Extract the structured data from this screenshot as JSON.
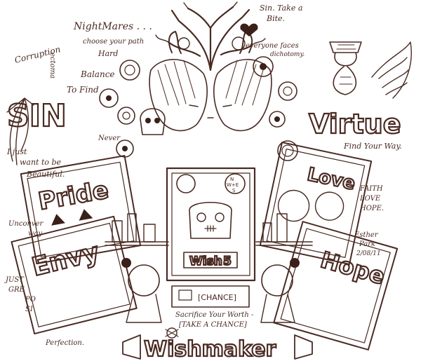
{
  "handwriting": {
    "nightmares": "NightMares . . .",
    "choose_path": "choose your path",
    "hard": "Hard",
    "balance": "Balance",
    "to_find": "To Find",
    "corruption": "Corruption",
    "rectoma": "ectoma",
    "sin_take": "Sin. Take a",
    "bite": "Bite.",
    "everyone_faces": "everyone faces",
    "dichotomy": "dichotomy.",
    "i_just_want": "I just",
    "want_to_be": "want to be",
    "beautiful": "Beautiful.",
    "never": "Never",
    "unconver": "Unconver",
    "way": "way",
    "just": "JUST",
    "gre": "GRE",
    "po": "PO",
    "si": "SI",
    "perfection": "Perfection.",
    "find_your_way": "Find Your Way.",
    "faith": "FAITH",
    "love_hope": "LOVE",
    "hope": "HOPE.",
    "esther": "Esther",
    "park": "Park",
    "date": "2/08/11",
    "sacrifice": "Sacrifice Your Worth -",
    "take_chance": "[TAKE A CHANCE]",
    "chance_label": "[CHANCE]"
  },
  "block_words": {
    "sin": "SIN",
    "virtue": "Virtue",
    "pride": "Pride",
    "envy": "Envy",
    "love": "Love",
    "hope": "Hope",
    "wish": "Wish",
    "wish_num": "5",
    "wishmaker": "Wishmaker"
  },
  "palette": {
    "ink": "#4a2a22",
    "ink_dark": "#3b1f19",
    "paper": "#ffffff"
  }
}
